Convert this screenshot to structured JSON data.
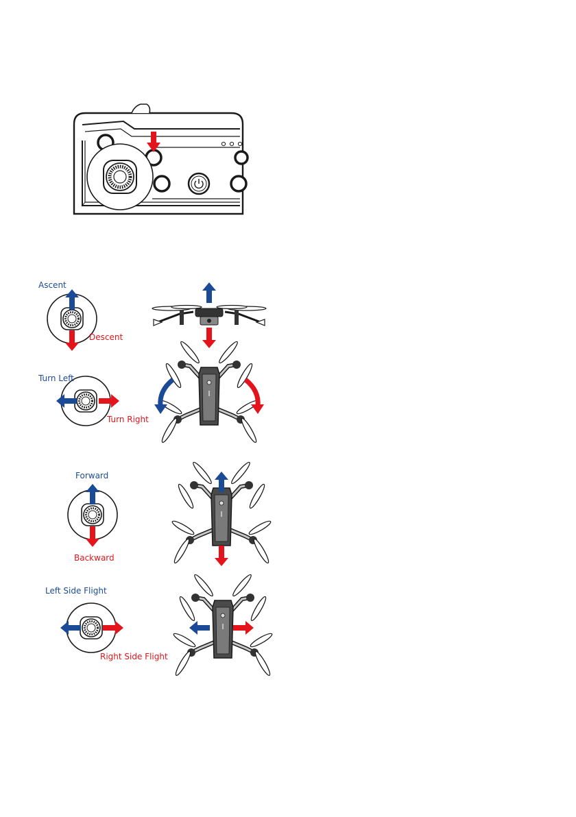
{
  "colors": {
    "blue": "#1b4a96",
    "red": "#e3141b",
    "ink": "#1a1a1a"
  },
  "controller": {
    "highlight_arrow": "red-down-arrow",
    "power_icon": "power-icon"
  },
  "rows": [
    {
      "up_label": "Ascent",
      "down_label": "Descent"
    },
    {
      "left_label": "Turn Left",
      "right_label": "Turn Right"
    },
    {
      "up_label": "Forward",
      "down_label": "Backward"
    },
    {
      "left_label": "Left Side Flight",
      "right_label": "Right Side Flight"
    }
  ]
}
